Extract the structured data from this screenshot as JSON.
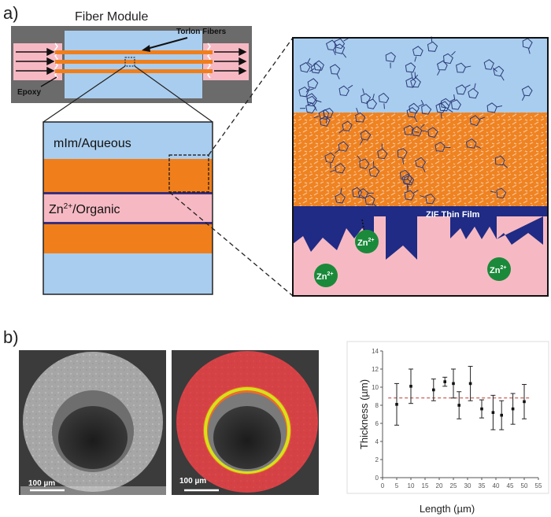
{
  "panel_a": {
    "label": "a)",
    "module": {
      "title": "Fiber Module",
      "fibers_label": "Torlon Fibers",
      "epoxy_label": "Epoxy"
    },
    "cross_section": {
      "top_label": "mIm/Aqueous",
      "bottom_label": "Zn2+/Organic",
      "bottom_label_base": "Zn",
      "bottom_label_sup": "2+",
      "bottom_label_suffix": "/Organic"
    },
    "zoom": {
      "film_label": "ZIF Thin Film",
      "ion_base": "Zn",
      "ion_sup": "2+",
      "ions": [
        {
          "name": "zn-ion-1"
        },
        {
          "name": "zn-ion-2"
        },
        {
          "name": "zn-ion-3"
        }
      ]
    }
  },
  "panel_b": {
    "label": "b)",
    "sem_left": {
      "scale_label": "100 µm"
    },
    "sem_right": {
      "scale_label": "100 µm"
    }
  },
  "colors": {
    "aqueous": "#a9cdee",
    "organic": "#f6b9c3",
    "fiber": "#f07f1b",
    "zif": "#1f2b85",
    "zn": "#1a8a3a",
    "frame": "#6b6b6b",
    "mean_line": "#c0392b"
  },
  "chart_data": {
    "type": "scatter",
    "xlabel": "Length (µm)",
    "ylabel": "Thickness (µm)",
    "xlim": [
      0,
      55
    ],
    "ylim": [
      0,
      14
    ],
    "xticks": [
      0,
      5,
      10,
      15,
      20,
      25,
      30,
      35,
      40,
      45,
      50,
      55
    ],
    "yticks": [
      0,
      2,
      4,
      6,
      8,
      10,
      12,
      14
    ],
    "grid": false,
    "mean_line": 8.8,
    "points": [
      {
        "x": 5,
        "y": 8.1,
        "err": 2.3
      },
      {
        "x": 10,
        "y": 10.1,
        "err": 1.9
      },
      {
        "x": 18,
        "y": 9.7,
        "err": 1.2
      },
      {
        "x": 22,
        "y": 10.6,
        "err": 0.5
      },
      {
        "x": 25,
        "y": 10.4,
        "err": 1.6
      },
      {
        "x": 27,
        "y": 8.0,
        "err": 1.5
      },
      {
        "x": 31,
        "y": 10.4,
        "err": 1.9
      },
      {
        "x": 35,
        "y": 7.6,
        "err": 1.0
      },
      {
        "x": 39,
        "y": 7.2,
        "err": 1.9
      },
      {
        "x": 42,
        "y": 6.9,
        "err": 1.6
      },
      {
        "x": 46,
        "y": 7.6,
        "err": 1.7
      },
      {
        "x": 50,
        "y": 8.4,
        "err": 1.9
      }
    ]
  }
}
